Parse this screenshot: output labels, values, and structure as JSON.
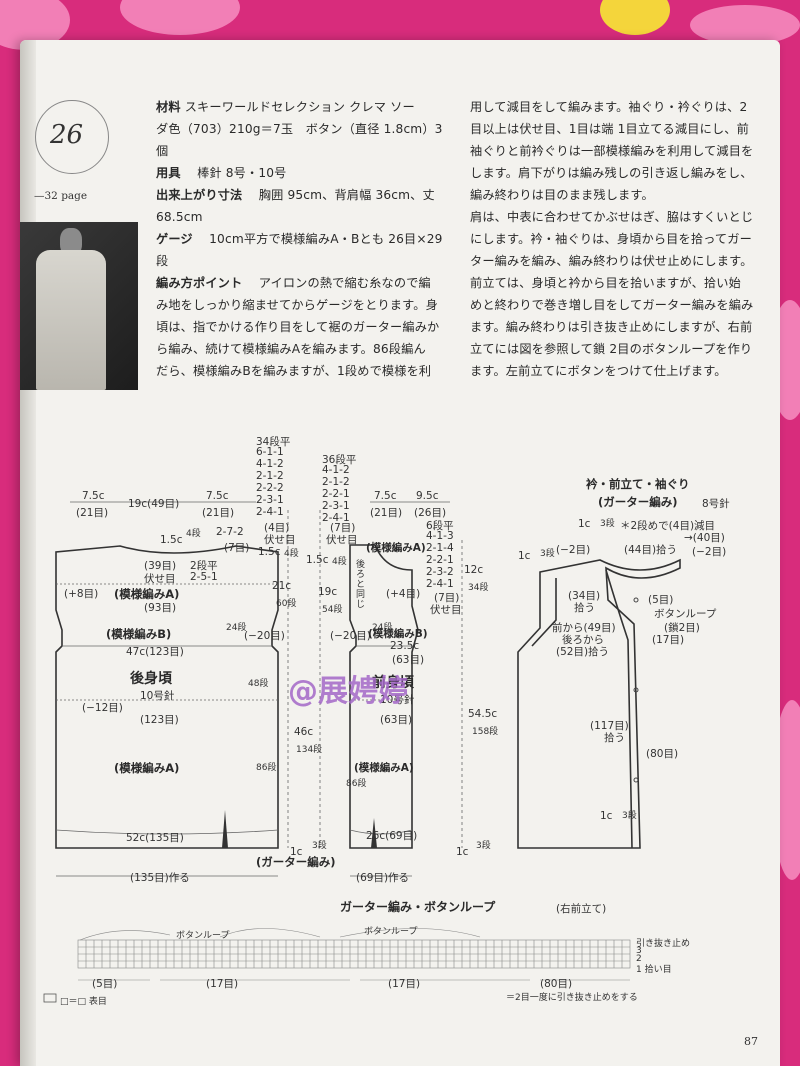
{
  "pattern": {
    "number": "26",
    "page_ref": "—32 page",
    "materials_label": "材料",
    "materials_text": "スキーワールドセレクション クレマ ソー",
    "materials_text2": "ダ色（703）210g＝7玉　ボタン（直径 1.8cm）3",
    "materials_text3": "個",
    "tools_label": "用具",
    "tools_text": "棒針 8号・10号",
    "size_label": "出来上がり寸法",
    "size_text": "胸囲 95cm、背肩幅 36cm、丈",
    "size_text2": "68.5cm",
    "gauge_label": "ゲージ",
    "gauge_text": "10cm平方で模様編みA・Bとも 26目×29",
    "gauge_text2": "段",
    "point_label": "編み方ポイント",
    "point_text": "アイロンの熱で縮む糸なので編",
    "point_lines": [
      "み地をしっかり縮ませてからゲージをとります。身",
      "頃は、指でかける作り目をして裾のガーター編みか",
      "ら編み、続けて模様編みAを編みます。86段編ん",
      "だら、模様編みBを編みますが、1段めで模様を利"
    ],
    "right_lines": [
      "用して減目をして編みます。袖ぐり・衿ぐりは、2",
      "目以上は伏せ目、1目は端 1目立てる減目にし、前",
      "袖ぐりと前衿ぐりは一部模様編みを利用して減目を",
      "します。肩下がりは編み残しの引き返し編みをし、",
      "編み終わりは目のまま残します。",
      "肩は、中表に合わせてかぶせはぎ、脇はすくいとじ",
      "にします。衿・袖ぐりは、身頃から目を拾ってガー",
      "ター編みを編み、編み終わりは伏せ止めにします。",
      "前立ては、身頃と衿から目を拾いますが、拾い始",
      "めと終わりで巻き増し目をしてガーター編みを編み",
      "ます。編み終わりは引き抜き止めにしますが、右前",
      "立てには図を参照して鎖 2目のボタンループを作り",
      "ます。左前立てにボタンをつけて仕上げます。"
    ]
  },
  "back": {
    "title": "後身頃",
    "needle": "10号針",
    "top_left": "7.5c",
    "top_left2": "(21目)",
    "top_mid": "19c(49目)",
    "top_right": "7.5c",
    "top_right2": "(21目)",
    "neck_drop": "1.5c",
    "neck_rows": "4段",
    "neck_dec": "2-7-2",
    "neck_dec2": "(7目)",
    "cast_off": "(39目)",
    "cast_off2": "伏せ目",
    "rows2": "2段平",
    "rows3": "2-5-1",
    "plus8": "(+8目)",
    "patA_top": "(模様編みA)",
    "st93": "(93目)",
    "patB": "(模様編みB)",
    "rows24": "24段",
    "minus20": "(−20目)",
    "w47": "47c(123目)",
    "rows48": "48段",
    "minus12": "(−12目)",
    "st123": "(123目)",
    "patA": "(模様編みA)",
    "rows86": "86段",
    "w52": "52c(135目)",
    "make135": "(135目)作る",
    "left_top": "34段平",
    "left_seq": [
      "6-1-1",
      "4-1-2",
      "2-1-2",
      "2-2-2",
      "2-3-1",
      "2-4-1"
    ],
    "left_bottom": "(4目)",
    "left_bottom2": "伏せ目",
    "side_1_5c": "1.5c",
    "side_4": "4段",
    "side_21c": "21c",
    "side_60": "60段"
  },
  "front": {
    "title": "前身頃",
    "needle": "10号針",
    "top_left": "7.5c",
    "top_left2": "(21目)",
    "top_right": "9.5c",
    "top_right2": "(26目)",
    "right_top": "6段平",
    "right_seq": [
      "4-1-3",
      "2-1-4",
      "2-2-1",
      "2-3-2",
      "2-4-1"
    ],
    "right_bottom": "(7目)",
    "right_bottom2": "伏せ目",
    "mid_top": "36段平",
    "mid_seq": [
      "4-1-2",
      "2-1-2",
      "2-2-1",
      "2-3-1",
      "2-4-1"
    ],
    "mid_bottom": "(7目)",
    "mid_bottom2": "伏せ目",
    "side_1_5c": "1.5c",
    "side_4": "4段",
    "side_19c": "19c",
    "side_54": "54段",
    "patA_top": "(模様編みA)",
    "back_same": "後ろと同じ",
    "plus4": "(+4目)",
    "patB": "(模様編みB)",
    "w23": "23.5c",
    "st63a": "(63目)",
    "rows24": "24段",
    "minus20": "(−20目)",
    "st63b": "(63目)",
    "patA": "(模様編みA)",
    "rows86": "86段",
    "w26": "26c(69目)",
    "make69": "(69目)作る",
    "rows12": "12c",
    "rows34": "34段",
    "h54": "54.5c",
    "h158": "158段",
    "h46": "46c",
    "h134": "134段",
    "garter_1c": "1c",
    "garter_3": "3段",
    "garter_1c_b": "1c",
    "garter_3_b": "3段",
    "garter": "(ガーター編み)"
  },
  "collar": {
    "title": "衿・前立て・袖ぐり",
    "subtitle": "(ガーター編み)",
    "needle": "8号針",
    "note1": "＊2段めで(4目)減目",
    "note2": "→(40目)",
    "c1": "1c",
    "c3": "3段",
    "minus2a": "(−2目)",
    "pick44": "(44目)拾う",
    "minus2b": "(−2目)",
    "side1c": "1c",
    "side3": "3段",
    "pick34": "(34目)",
    "pick34b": "拾う",
    "st5": "(5目)",
    "loop": "ボタンループ",
    "loop2": "(鎖2目)",
    "from49": "前から(49目)",
    "from49b": "後ろから",
    "pick52": "(52目)拾う",
    "st17": "(17目)",
    "pick117": "(117目)",
    "pick117b": "拾う",
    "st80": "(80目)",
    "bot1c": "1c",
    "bot3": "3段"
  },
  "chart": {
    "title": "ガーター編み・ボタンループ",
    "subtitle": "(右前立て)",
    "loop1": "ボタンループ",
    "loop2": "ボタンループ",
    "bind_off": "引き抜き止め",
    "row3": "3",
    "row2": "2",
    "pick": "1 拾い目",
    "st5": "(5目)",
    "st17a": "(17目)",
    "st17b": "(17目)",
    "st80": "(80目)",
    "legend_left": "□＝□ 表目",
    "legend_right": "＝2目一度に引き抜き止めをする"
  },
  "watermark": "@展娉婷",
  "page_number": "87"
}
